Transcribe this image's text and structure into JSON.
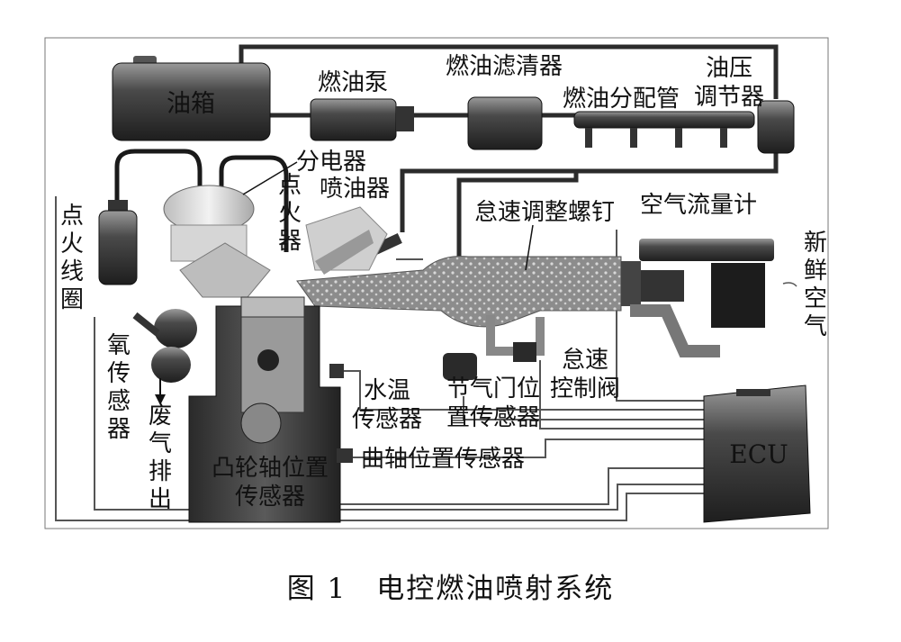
{
  "labels": {
    "fuel_tank": "油箱",
    "fuel_pump": "燃油泵",
    "fuel_filter": "燃油滤清器",
    "fuel_rail": "燃油分配管",
    "pressure_regulator_1": "油压",
    "pressure_regulator_2": "调节器",
    "distributor": "分电器",
    "ignition_coil": [
      "点",
      "火",
      "线",
      "圈"
    ],
    "spark_plug": [
      "点",
      "火",
      "器"
    ],
    "injector": "喷油器",
    "idle_screw": "怠速调整螺钉",
    "air_flow_meter": "空气流量计",
    "fresh_air": [
      "新",
      "鲜",
      "空",
      "气"
    ],
    "oxygen_sensor": [
      "氧",
      "传",
      "感",
      "器"
    ],
    "exhaust": [
      "废",
      "气",
      "排",
      "出"
    ],
    "water_temp_1": "水温",
    "water_temp_2": "传感器",
    "throttle_pos_1": "节气门位",
    "throttle_pos_2": "置传感器",
    "idle_valve_1": "怠速",
    "idle_valve_2": "控制阀",
    "crank_sensor": "曲轴位置传感器",
    "cam_sensor_1": "凸轮轴位置",
    "cam_sensor_2": "传感器",
    "ecu": "ECU"
  },
  "caption": "图 1　电控燃油喷射系统"
}
